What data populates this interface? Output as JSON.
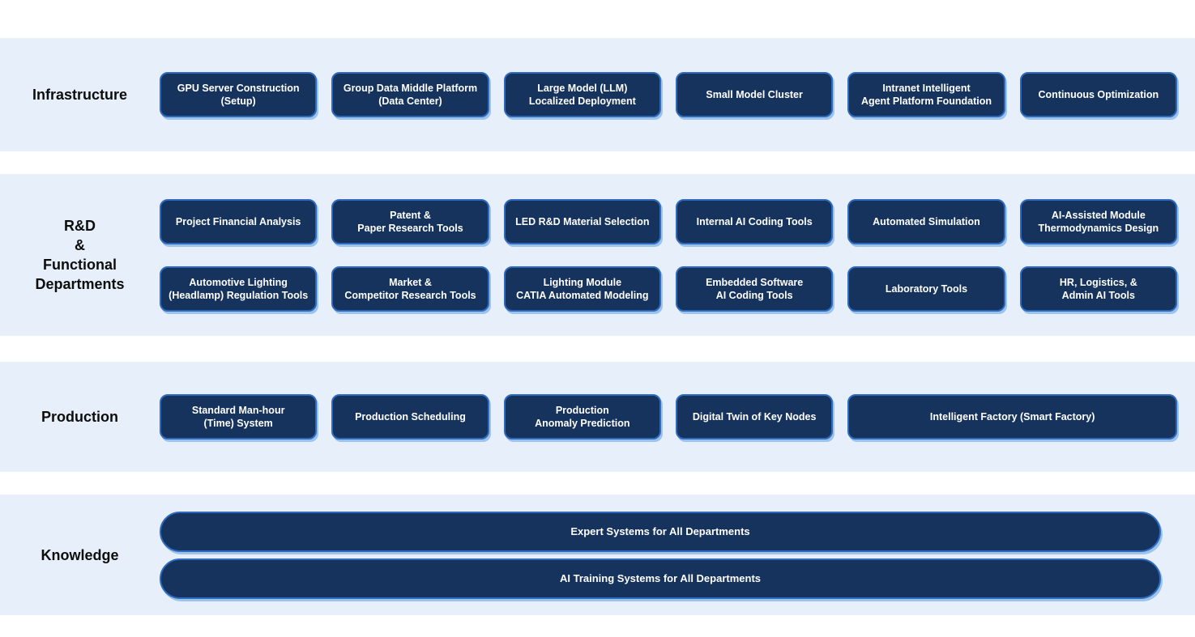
{
  "colors": {
    "page_bg": "#ffffff",
    "band_bg": "#e6effa",
    "box_fill": "#16335d",
    "box_border": "#2e6ac0",
    "box_glow": "#9cc3ea",
    "box_text": "#ffffff",
    "label_text": "#0d0d0d"
  },
  "bands": [
    {
      "id": "infrastructure",
      "label_lines": [
        "Infrastructure"
      ],
      "rows": [
        [
          {
            "lines": [
              "GPU Server Construction",
              "(Setup)"
            ]
          },
          {
            "lines": [
              "Group Data Middle Platform",
              "(Data Center)"
            ]
          },
          {
            "lines": [
              "Large Model (LLM)",
              "Localized Deployment"
            ]
          },
          {
            "lines": [
              "Small Model Cluster"
            ]
          },
          {
            "lines": [
              "Intranet Intelligent",
              "Agent Platform Foundation"
            ]
          },
          {
            "lines": [
              "Continuous Optimization"
            ]
          }
        ]
      ]
    },
    {
      "id": "rd-functional-departments",
      "label_lines": [
        "R&D",
        "&",
        "Functional",
        "Departments"
      ],
      "rows": [
        [
          {
            "lines": [
              "Project Financial Analysis"
            ]
          },
          {
            "lines": [
              "Patent &",
              "Paper Research Tools"
            ]
          },
          {
            "lines": [
              "LED R&D Material Selection"
            ]
          },
          {
            "lines": [
              "Internal AI Coding Tools"
            ]
          },
          {
            "lines": [
              "Automated Simulation"
            ]
          },
          {
            "lines": [
              "AI-Assisted Module",
              "Thermodynamics Design"
            ]
          }
        ],
        [
          {
            "lines": [
              "Automotive Lighting",
              "(Headlamp) Regulation Tools"
            ]
          },
          {
            "lines": [
              "Market &",
              "Competitor Research Tools"
            ]
          },
          {
            "lines": [
              "Lighting Module",
              "CATIA Automated Modeling"
            ]
          },
          {
            "lines": [
              "Embedded Software",
              "AI Coding Tools"
            ]
          },
          {
            "lines": [
              "Laboratory Tools"
            ]
          },
          {
            "lines": [
              "HR, Logistics, &",
              "Admin AI Tools"
            ]
          }
        ]
      ]
    },
    {
      "id": "production",
      "label_lines": [
        "Production"
      ],
      "rows": [
        [
          {
            "lines": [
              "Standard Man-hour",
              "(Time) System"
            ]
          },
          {
            "lines": [
              "Production Scheduling"
            ]
          },
          {
            "lines": [
              "Production",
              "Anomaly Prediction"
            ]
          },
          {
            "lines": [
              "Digital Twin of Key Nodes"
            ]
          },
          {
            "lines": [
              "Intelligent Factory (Smart Factory)"
            ]
          }
        ]
      ]
    },
    {
      "id": "knowledge",
      "label_lines": [
        "Knowledge"
      ],
      "rows": [
        [
          {
            "lines": [
              "Expert Systems for All Departments"
            ]
          }
        ],
        [
          {
            "lines": [
              "AI Training Systems for All Departments"
            ]
          }
        ]
      ]
    }
  ]
}
